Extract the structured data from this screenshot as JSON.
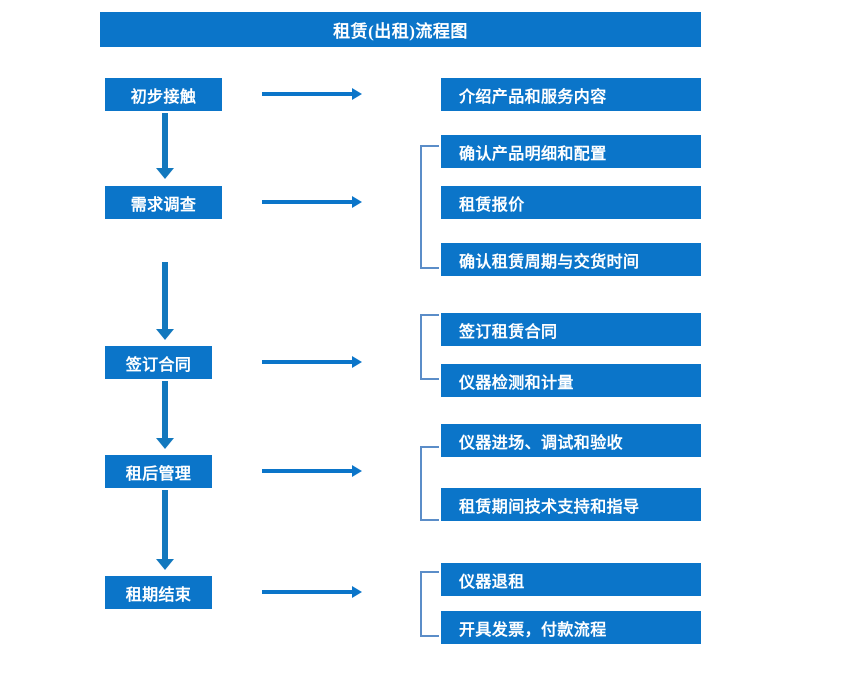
{
  "diagram": {
    "title": "租赁(出租)流程图",
    "colors": {
      "box_blue": "#0B75C9",
      "arrow_blue": "#1278BE",
      "bracket_blue": "#5B8DC8",
      "text_white": "#FFFFFF",
      "background": "#FFFFFF"
    },
    "stages": [
      {
        "id": "stage-1",
        "label": "初步接触",
        "details": [
          "介绍产品和服务内容"
        ]
      },
      {
        "id": "stage-2",
        "label": "需求调查",
        "details": [
          "确认产品明细和配置",
          "租赁报价",
          "确认租赁周期与交货时间"
        ]
      },
      {
        "id": "stage-3",
        "label": "签订合同",
        "details": [
          "签订租赁合同",
          "仪器检测和计量"
        ]
      },
      {
        "id": "stage-4",
        "label": "租后管理",
        "details": [
          "仪器进场、调试和验收",
          "租赁期间技术支持和指导"
        ]
      },
      {
        "id": "stage-5",
        "label": "租期结束",
        "details": [
          "仪器退租",
          "开具发票，付款流程"
        ]
      }
    ],
    "detail_boxes_flat": [
      "介绍产品和服务内容",
      "确认产品明细和配置",
      "租赁报价",
      "确认租赁周期与交货时间",
      "签订租赁合同",
      "仪器检测和计量",
      "仪器进场、调试和验收",
      "租赁期间技术支持和指导",
      "仪器退租",
      "开具发票，付款流程"
    ]
  }
}
